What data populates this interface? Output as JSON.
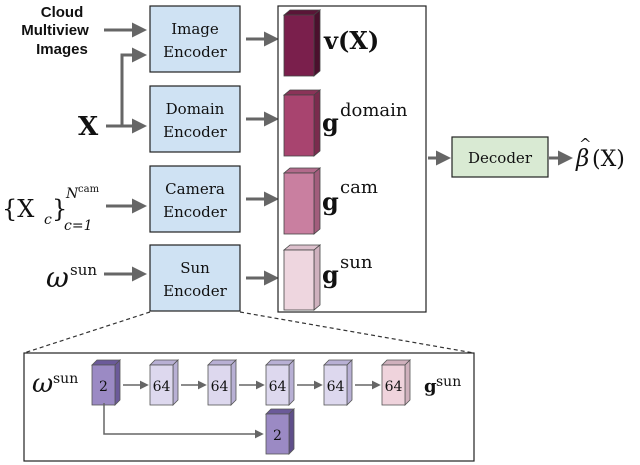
{
  "inputs": {
    "cloud_line1": "Cloud",
    "cloud_line2": "Multiview",
    "cloud_line3": "Images",
    "x": "X",
    "cam_set": "{X",
    "cam_sub": "c",
    "cam_close": "}",
    "cam_sup": "N",
    "cam_sup_sub": "cam",
    "cam_lower": "c=1",
    "omega": "ω",
    "omega_sup": "sun"
  },
  "encoders": {
    "image_line1": "Image",
    "image_line2": "Encoder",
    "domain_line1": "Domain",
    "domain_line2": "Encoder",
    "camera_line1": "Camera",
    "camera_line2": "Encoder",
    "sun_line1": "Sun",
    "sun_line2": "Encoder"
  },
  "features": {
    "v": "v(X)",
    "g": "g",
    "domain_sup": "domain",
    "cam_sup": "cam",
    "sun_sup": "sun"
  },
  "decoder": {
    "label": "Decoder",
    "output_beta": "β",
    "output_hat": "^",
    "output_arg": "(X)"
  },
  "detail": {
    "omega": "ω",
    "omega_sup": "sun",
    "layers": [
      "2",
      "64",
      "64",
      "64",
      "64",
      "64"
    ],
    "skip_layer": "2",
    "g": "g",
    "g_sup": "sun"
  },
  "colors": {
    "encoder_fill": "#cfe2f3",
    "decoder_fill": "#d9ead3",
    "v": "#7a1f4c",
    "domain": "#a8446f",
    "cam": "#c97fa0",
    "sun": "#eed6df",
    "arrow": "#666666"
  }
}
